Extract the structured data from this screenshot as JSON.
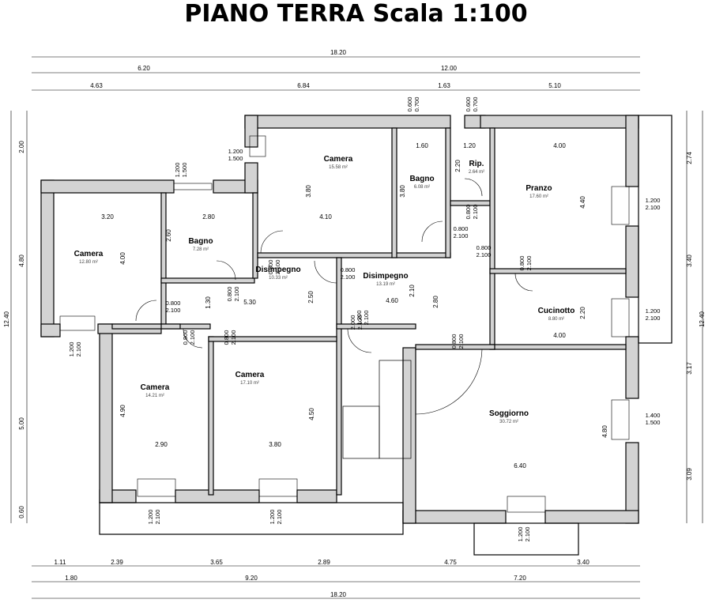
{
  "title": "PIANO TERRA Scala 1:100",
  "rooms": [
    {
      "name": "Camera",
      "area": "15.58 m²"
    },
    {
      "name": "Bagno",
      "area": "6.08 m²"
    },
    {
      "name": "Rip.",
      "area": "2.64 m²"
    },
    {
      "name": "Pranzo",
      "area": "17.60 m²"
    },
    {
      "name": "Camera",
      "area": "12.80 m²"
    },
    {
      "name": "Bagno",
      "area": "7.28 m²"
    },
    {
      "name": "Disimpegno",
      "area": "10.33 m²"
    },
    {
      "name": "Disimpegno",
      "area": "13.19 m²"
    },
    {
      "name": "Cucinotto",
      "area": "8.80 m²"
    },
    {
      "name": "Camera",
      "area": "14.21 m²"
    },
    {
      "name": "Camera",
      "area": "17.10 m²"
    },
    {
      "name": "Soggiorno",
      "area": "30.72 m²"
    }
  ],
  "top_dims": {
    "total": "18.20",
    "row2": [
      "6.20",
      "12.00"
    ],
    "row3": [
      "4.63",
      "6.84",
      "1.63",
      "5.10"
    ]
  },
  "bottom_dims": {
    "row1": [
      "1.11",
      "2.39",
      "3.65",
      "2.89",
      "4.75",
      "3.40"
    ],
    "row2": [
      "1.80",
      "9.20",
      "7.20"
    ],
    "total": "18.20"
  },
  "left_dims": [
    "2.00",
    "4.80",
    "5.00",
    "0.60",
    "12.40"
  ],
  "right_dims": [
    "2.74",
    "3.40",
    "3.17",
    "3.09",
    "12.40"
  ],
  "inner_dims": [
    "1.60",
    "1.20",
    "4.00",
    "3.20",
    "2.80",
    "4.10",
    "3.80",
    "3.80",
    "2.20",
    "4.40",
    "2.60",
    "4.00",
    "1.30",
    "2.50",
    "2.10",
    "2.80",
    "5.30",
    "4.60",
    "2.20",
    "4.00",
    "4.90",
    "2.90",
    "4.50",
    "3.80",
    "4.80",
    "6.40"
  ],
  "openings": [
    {
      "w": "0.600",
      "h": "0.700"
    },
    {
      "w": "0.600",
      "h": "0.700"
    },
    {
      "w": "1.200",
      "h": "1.500"
    },
    {
      "w": "1.200",
      "h": "1.500"
    },
    {
      "w": "1.200",
      "h": "2.100"
    },
    {
      "w": "1.200",
      "h": "2.100"
    },
    {
      "w": "1.400",
      "h": "1.500"
    },
    {
      "w": "1.200",
      "h": "2.100"
    },
    {
      "w": "1.200",
      "h": "2.100"
    },
    {
      "w": "1.200",
      "h": "2.100"
    },
    {
      "w": "1.200",
      "h": "2.100"
    },
    {
      "w": "1.200",
      "h": "2.100"
    },
    {
      "w": "0.800",
      "h": "2.100"
    },
    {
      "w": "0.800",
      "h": "2.100"
    },
    {
      "w": "0.800",
      "h": "2.100"
    },
    {
      "w": "0.800",
      "h": "2.100"
    },
    {
      "w": "0.800",
      "h": "2.100"
    },
    {
      "w": "0.800",
      "h": "2.100"
    },
    {
      "w": "0.800",
      "h": "2.100"
    },
    {
      "w": "0.800",
      "h": "2.100"
    },
    {
      "w": "0.800",
      "h": "2.100"
    },
    {
      "w": "0.800",
      "h": "2.100"
    },
    {
      "w": "0.800",
      "h": "2.100"
    },
    {
      "w": "2.000",
      "h": "2.100"
    }
  ],
  "colors": {
    "wall": "#d3d3d3",
    "line": "#000000"
  }
}
